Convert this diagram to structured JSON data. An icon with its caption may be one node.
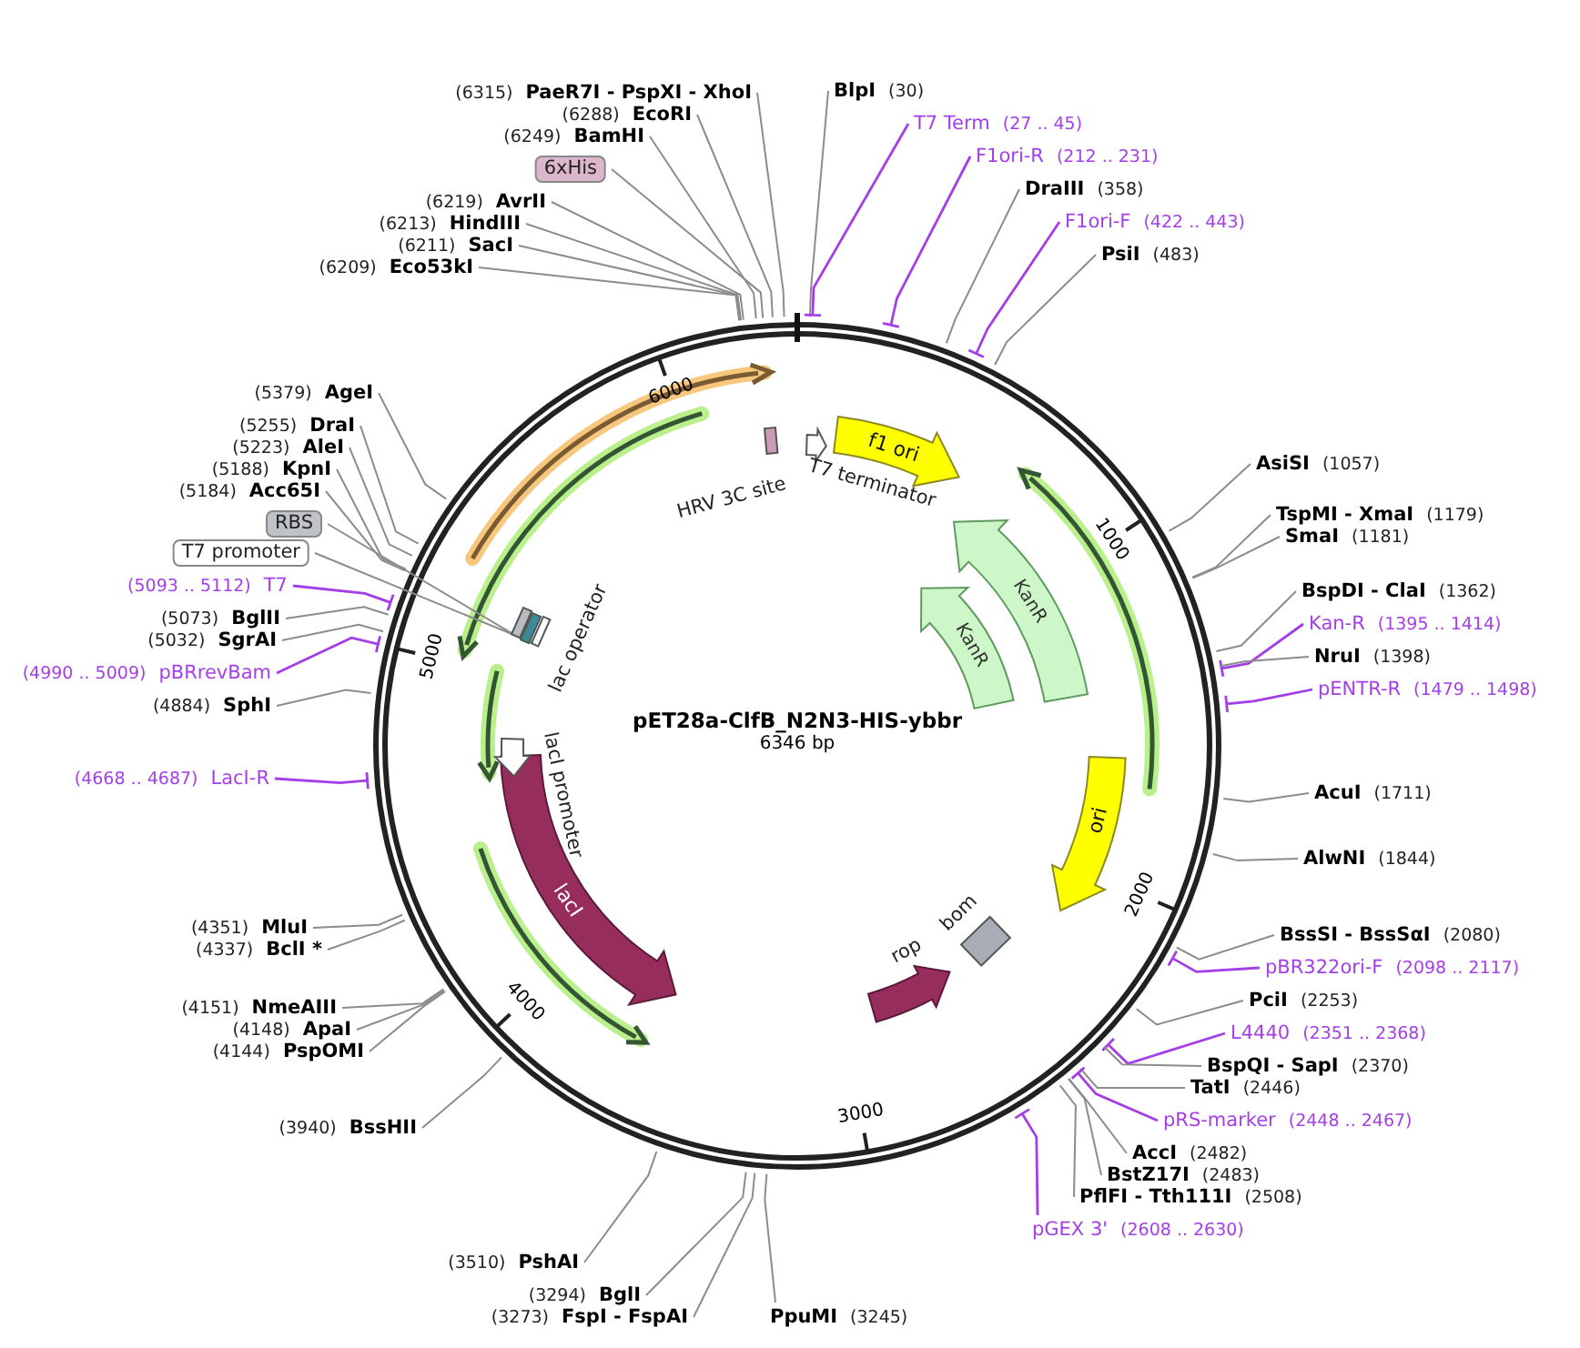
{
  "diagram": {
    "title": "pET28a-ClfB_N2N3-HIS-ybbr",
    "nodes": [
      {
        "text": [
          "(6315)",
          "PaeR7I - PspXI - XhoI"
        ]
      },
      {
        "text": [
          "(6288)",
          "EcoRI"
        ]
      },
      {
        "text": [
          "(6249)",
          "BamHI"
        ]
      },
      {
        "text": [
          "6xHis"
        ]
      },
      {
        "text": [
          "(6219)",
          "AvrII"
        ]
      },
      {
        "text": [
          "(6213)",
          "HindIII"
        ]
      },
      {
        "text": [
          "(6211)",
          "SacI"
        ]
      },
      {
        "text": [
          "(6209)",
          "Eco53kI"
        ]
      },
      {
        "text": [
          "BlpI",
          "(30)"
        ]
      },
      {
        "text": [
          "T7 Term",
          "(27 .. 45)"
        ]
      },
      {
        "text": [
          "F1ori-R",
          "(212 .. 231)"
        ]
      },
      {
        "text": [
          "DraIII",
          "(358)"
        ]
      },
      {
        "text": [
          "F1ori-F",
          "(422 .. 443)"
        ]
      },
      {
        "text": [
          "PsiI",
          "(483)"
        ]
      },
      {
        "text": [
          "AsiSI",
          "(1057)"
        ]
      },
      {
        "text": [
          "TspMI - XmaI",
          "(1179)"
        ]
      },
      {
        "text": [
          "SmaI",
          "(1181)"
        ]
      },
      {
        "text": [
          "BspDI - ClaI",
          "(1362)"
        ]
      },
      {
        "text": [
          "Kan-R",
          "(1395 .. 1414)"
        ]
      },
      {
        "text": [
          "NruI",
          "(1398)"
        ]
      },
      {
        "text": [
          "pENTR-R",
          "(1479 .. 1498)"
        ]
      },
      {
        "text": [
          "AcuI",
          "(1711)"
        ]
      },
      {
        "text": [
          "AlwNI",
          "(1844)"
        ]
      },
      {
        "text": [
          "BssSI - BssSαI",
          "(2080)"
        ]
      },
      {
        "text": [
          "pBR322ori-F",
          "(2098 .. 2117)"
        ]
      },
      {
        "text": [
          "PciI",
          "(2253)"
        ]
      },
      {
        "text": [
          "L4440",
          "(2351 .. 2368)"
        ]
      },
      {
        "text": [
          "BspQI - SapI",
          "(2370)"
        ]
      },
      {
        "text": [
          "TatI",
          "(2446)"
        ]
      },
      {
        "text": [
          "pRS-marker",
          "(2448 .. 2467)"
        ]
      },
      {
        "text": [
          "AccI",
          "(2482)"
        ]
      },
      {
        "text": [
          "BstZ17I",
          "(2483)"
        ]
      },
      {
        "text": [
          "PflFI - Tth111I",
          "(2508)"
        ]
      },
      {
        "text": [
          "pGEX 3'",
          "(2608 .. 2630)"
        ]
      },
      {
        "text": [
          "PpuMI",
          "(3245)"
        ]
      },
      {
        "text": [
          "(3294)",
          "BglI"
        ]
      },
      {
        "text": [
          "(3273)",
          "FspI - FspAI"
        ]
      },
      {
        "text": [
          "(3510)",
          "PshAI"
        ]
      },
      {
        "text": [
          "(3940)",
          "BssHII"
        ]
      },
      {
        "text": [
          "(4351)",
          "MluI"
        ]
      },
      {
        "text": [
          "(4337)",
          "BclI *"
        ]
      },
      {
        "text": [
          "(4151)",
          "NmeAIII"
        ]
      },
      {
        "text": [
          "(4148)",
          "ApaI"
        ]
      },
      {
        "text": [
          "(4144)",
          "PspOMI"
        ]
      },
      {
        "text": [
          "(4668 .. 4687)",
          "LacI-R"
        ]
      },
      {
        "text": [
          "(4884)",
          "SphI"
        ]
      },
      {
        "text": [
          "(4990 .. 5009)",
          "pBRrevBam"
        ]
      },
      {
        "text": [
          "(5032)",
          "SgrAI"
        ]
      },
      {
        "text": [
          "(5073)",
          "BglII"
        ]
      },
      {
        "text": [
          "(5093 .. 5112)",
          "T7"
        ]
      },
      {
        "text": [
          "T7 promoter"
        ]
      },
      {
        "text": [
          "RBS"
        ]
      },
      {
        "text": [
          "(5184)",
          "Acc65I"
        ]
      },
      {
        "text": [
          "(5188)",
          "KpnI"
        ]
      },
      {
        "text": [
          "(5223)",
          "AleI"
        ]
      },
      {
        "text": [
          "(5255)",
          "DraI"
        ]
      },
      {
        "text": [
          "(5379)",
          "AgeI"
        ]
      },
      {
        "text": [
          "f1 ori"
        ]
      },
      {
        "text": [
          "KanR"
        ]
      },
      {
        "text": [
          "KanR"
        ]
      },
      {
        "text": [
          "ori"
        ]
      },
      {
        "text": [
          "bom"
        ]
      },
      {
        "text": [
          "rop"
        ]
      },
      {
        "text": [
          "lacI"
        ]
      },
      {
        "text": [
          "lacI promoter"
        ]
      },
      {
        "text": [
          "lac operator"
        ]
      },
      {
        "text": [
          "HRV 3C site"
        ]
      },
      {
        "text": [
          "T7 terminator"
        ]
      },
      {
        "text": [],
        "shape": "box"
      },
      {
        "text": [],
        "shape": "box"
      }
    ],
    "edges": [
      {
        "from": 0,
        "to": null,
        "arrow": "none"
      },
      {
        "from": 1,
        "to": null,
        "arrow": "none"
      },
      {
        "from": 2,
        "to": null,
        "arrow": "none"
      },
      {
        "from": 3,
        "to": null,
        "arrow": "none"
      },
      {
        "from": 4,
        "to": null,
        "arrow": "none"
      },
      {
        "from": 5,
        "to": null,
        "arrow": "none"
      },
      {
        "from": 6,
        "to": null,
        "arrow": "none"
      },
      {
        "from": 7,
        "to": null,
        "arrow": "none"
      },
      {
        "from": 8,
        "to": null,
        "arrow": "none"
      },
      {
        "from": 9,
        "to": null,
        "arrow": "none",
        "color": "#a33ee8"
      },
      {
        "from": 10,
        "to": null,
        "arrow": "none",
        "color": "#a33ee8"
      },
      {
        "from": 11,
        "to": null,
        "arrow": "none"
      },
      {
        "from": 12,
        "to": null,
        "arrow": "none",
        "color": "#a33ee8"
      },
      {
        "from": 13,
        "to": null,
        "arrow": "none"
      },
      {
        "from": 14,
        "to": null,
        "arrow": "none"
      },
      {
        "from": 15,
        "to": null,
        "arrow": "none"
      },
      {
        "from": 16,
        "to": null,
        "arrow": "none"
      },
      {
        "from": 17,
        "to": null,
        "arrow": "none"
      },
      {
        "from": 18,
        "to": null,
        "arrow": "none",
        "color": "#a33ee8"
      },
      {
        "from": 19,
        "to": null,
        "arrow": "none"
      },
      {
        "from": 20,
        "to": null,
        "arrow": "none",
        "color": "#a33ee8"
      },
      {
        "from": 21,
        "to": null,
        "arrow": "none"
      },
      {
        "from": 22,
        "to": null,
        "arrow": "none"
      },
      {
        "from": 23,
        "to": null,
        "arrow": "none"
      },
      {
        "from": 24,
        "to": null,
        "arrow": "none",
        "color": "#a33ee8"
      },
      {
        "from": 25,
        "to": null,
        "arrow": "none"
      },
      {
        "from": 26,
        "to": null,
        "arrow": "none",
        "color": "#a33ee8"
      },
      {
        "from": 27,
        "to": null,
        "arrow": "none"
      },
      {
        "from": 28,
        "to": null,
        "arrow": "none"
      },
      {
        "from": 29,
        "to": null,
        "arrow": "none",
        "color": "#a33ee8"
      },
      {
        "from": 30,
        "to": null,
        "arrow": "none"
      },
      {
        "from": 31,
        "to": null,
        "arrow": "none"
      },
      {
        "from": 32,
        "to": null,
        "arrow": "none"
      },
      {
        "from": 33,
        "to": null,
        "arrow": "none",
        "color": "#a33ee8"
      },
      {
        "from": 34,
        "to": null,
        "arrow": "none"
      },
      {
        "from": 35,
        "to": null,
        "arrow": "none"
      },
      {
        "from": 36,
        "to": null,
        "arrow": "none"
      },
      {
        "from": 37,
        "to": null,
        "arrow": "none"
      },
      {
        "from": 38,
        "to": null,
        "arrow": "none"
      },
      {
        "from": 39,
        "to": null,
        "arrow": "none"
      },
      {
        "from": 40,
        "to": null,
        "arrow": "none"
      },
      {
        "from": 41,
        "to": null,
        "arrow": "none"
      },
      {
        "from": 42,
        "to": null,
        "arrow": "none"
      },
      {
        "from": 43,
        "to": null,
        "arrow": "none"
      },
      {
        "from": 44,
        "to": null,
        "arrow": "none",
        "color": "#a33ee8"
      },
      {
        "from": 45,
        "to": null,
        "arrow": "none"
      },
      {
        "from": 46,
        "to": null,
        "arrow": "none",
        "color": "#a33ee8"
      },
      {
        "from": 47,
        "to": null,
        "arrow": "none"
      },
      {
        "from": 48,
        "to": null,
        "arrow": "none"
      },
      {
        "from": 49,
        "to": null,
        "arrow": "none",
        "color": "#a33ee8"
      },
      {
        "from": 50,
        "to": 69,
        "arrow": "none"
      },
      {
        "from": 51,
        "to": 68,
        "arrow": "none"
      },
      {
        "from": 52,
        "to": null,
        "arrow": "none"
      },
      {
        "from": 53,
        "to": null,
        "arrow": "none"
      },
      {
        "from": 54,
        "to": null,
        "arrow": "none"
      },
      {
        "from": 55,
        "to": null,
        "arrow": "none"
      },
      {
        "from": 56,
        "to": null,
        "arrow": "none"
      }
    ],
    "labels": [
      "6346 bp",
      "1000",
      "2000",
      "3000",
      "4000",
      "5000",
      "6000"
    ]
  }
}
